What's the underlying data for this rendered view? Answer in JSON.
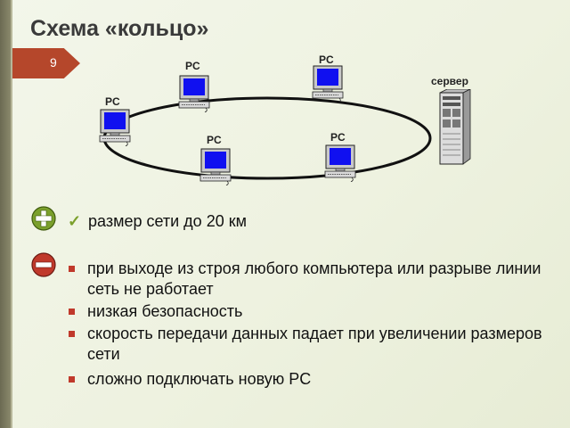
{
  "slide": {
    "title": "Схема «кольцо»",
    "number": "9"
  },
  "diagram": {
    "pc_label": "PC",
    "server_label": "сервер",
    "nodes": [
      {
        "label": "PC"
      },
      {
        "label": "PC"
      },
      {
        "label": "PC"
      },
      {
        "label": "PC"
      },
      {
        "label": "PC"
      }
    ]
  },
  "pros": {
    "icon": "plus-icon",
    "items": [
      "размер сети до 20 км"
    ]
  },
  "cons": {
    "icon": "minus-icon",
    "items": [
      "при выходе из строя любого компьютера или разрыве линии сеть не работает",
      "низкая безопасность",
      "скорость передачи данных падает при увеличении размеров сети",
      "сложно подключать новую PC"
    ]
  },
  "colors": {
    "accent": "#b5472b",
    "plus": "#7ba02c",
    "minus": "#c0392b",
    "screen": "#1010f0"
  }
}
